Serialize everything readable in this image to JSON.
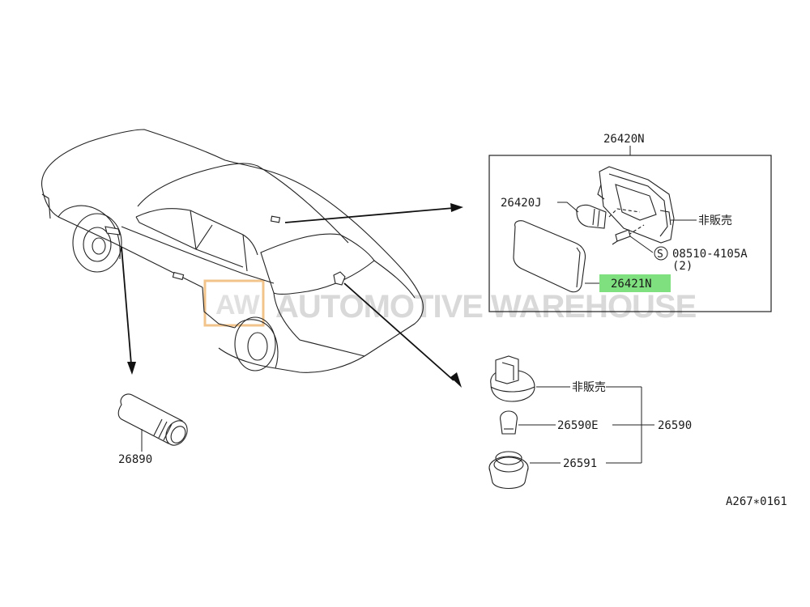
{
  "watermark": {
    "logo": "AW",
    "text": "AUTOMOTIVE WAREHOUSE",
    "logo_color": "#f2c48c",
    "text_color": "#d3d3d3"
  },
  "highlight_color": "#7ee07e",
  "labels": {
    "assembly_top": "26420N",
    "bulb_top": "26420J",
    "not_for_sale_top": "非販売",
    "screw": "08510-4105A",
    "screw_qty": "(2)",
    "lens": "26421N",
    "sidemarker": "26890",
    "not_for_sale_bottom": "非販売",
    "bulb_bottom": "26590E",
    "group_bottom": "26590",
    "socket_bottom": "26591",
    "diagram_code": "A267∗0161"
  },
  "icons": {
    "screw_mark": "circled-s-icon"
  }
}
